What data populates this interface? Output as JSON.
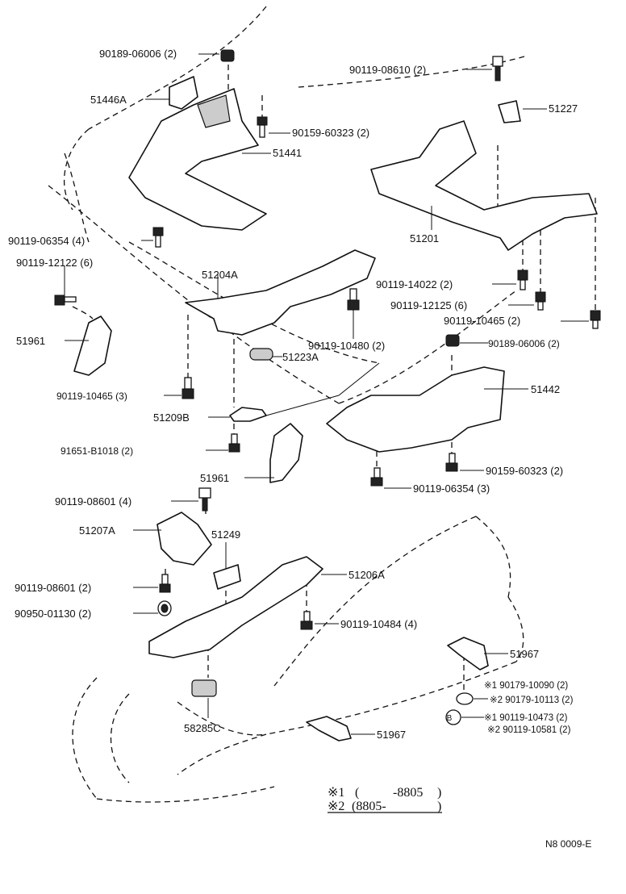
{
  "labels": {
    "p_90189_08006_a": "90189-06006 (2)",
    "p_51446a": "51446A",
    "p_90119_08610": "90119-08610 (2)",
    "p_51227": "51227",
    "p_90159_60323_a": "90159-60323 (2)",
    "p_51441": "51441",
    "p_90119_06354_a": "90119-06354 (4)",
    "p_90119_12122": "90119-12122 (6)",
    "p_51201": "51201",
    "p_51204a": "51204A",
    "p_90119_14022": "90119-14022 (2)",
    "p_90119_12125": "90119-12125 (6)",
    "p_90119_10465_a": "90119-10465 (2)",
    "p_51961_a": "51961",
    "p_90119_10480": "90119-10480 (2)",
    "p_90189_06006_b": "90189-06006 (2)",
    "p_51223a": "51223A",
    "p_90119_10465_b": "90119-10465 (3)",
    "p_51442": "51442",
    "p_51209b": "51209B",
    "p_91651_b1018": "91651-B1018 (2)",
    "p_90159_60323_b": "90159-60323 (2)",
    "p_51961_b": "51961",
    "p_90119_06354_b": "90119-06354 (3)",
    "p_90119_08601_a": "90119-08601 (4)",
    "p_51207a": "51207A",
    "p_51249": "51249",
    "p_51206a": "51206A",
    "p_90119_08601_b": "90119-08601 (2)",
    "p_90950_01130": "90950-01130 (2)",
    "p_90119_10484": "90119-10484 (4)",
    "p_51967_a": "51967",
    "p_90179_10090": "※1 90179-10090 (2)",
    "p_90179_10113": "※2 90179-10113 (2)",
    "p_90119_10473": "※1 90119-10473 (2)",
    "p_90119_10581": "※2 90119-10581 (2)",
    "p_58285c": "58285C",
    "p_51967_b": "51967",
    "circle_b": "B"
  },
  "notes": {
    "note1_mark": "※1",
    "note1_open": "(",
    "note1_range": "-8805",
    "note1_close": ")",
    "note2_mark": "※2",
    "note2_range": "(8805-",
    "note2_close": ")"
  },
  "figure_code": "N8 0009-E"
}
